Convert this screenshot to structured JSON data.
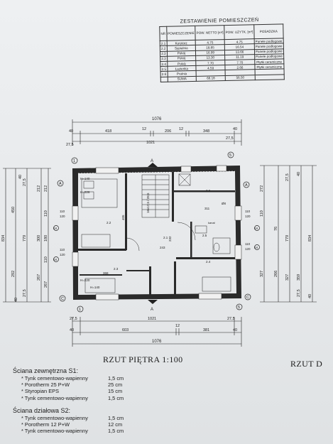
{
  "table": {
    "title": "ZESTAWIENIE POMIESZCZEŃ",
    "headers": [
      "NR",
      "POMIESZCZENIE",
      "POW. NETTO [m²]",
      "POW. UŻYTK. [m²]",
      "POSADZKA"
    ],
    "rows": [
      [
        "2.1",
        "Korytarz",
        "4.75",
        "4.75",
        "Panele podłogowe"
      ],
      [
        "2.2",
        "Sypialnia",
        "18.85",
        "16.54",
        "Panele podłogowe"
      ],
      [
        "2.3",
        "Pokój",
        "16.99",
        "13.66",
        "Panele podłogowe"
      ],
      [
        "2.3",
        "Pokój",
        "13.30",
        "11.19",
        "Panele podłogowe"
      ],
      [
        "2.4",
        "Pokój",
        "7.70",
        "7.70",
        "Płytki ceramiczne"
      ],
      [
        "2.5",
        "Łazienka",
        "4.59",
        "2.66",
        "Płytki ceramiczne"
      ],
      [
        "2.6",
        "Pralnia",
        "",
        "",
        ""
      ]
    ],
    "sum_label": "SUMA",
    "sum_netto": "66.18",
    "sum_uzytk": "56.50"
  },
  "plan": {
    "dims": {
      "overall": "1076",
      "seg418": "418",
      "seg12a": "12",
      "seg206": "206",
      "seg12b": "12",
      "seg348": "348",
      "side40": "40",
      "side275": "27,5",
      "d1021": "1021",
      "b603": "603",
      "b381": "381",
      "b12": "12",
      "l834": "834",
      "l450": "450",
      "l779": "779",
      "l212": "212",
      "l292": "292",
      "l300": "300",
      "l267": "267",
      "l110": "110",
      "l180": "180",
      "r272": "272",
      "r110": "110",
      "r327": "327",
      "r779": "779",
      "r266": "266",
      "r359": "359",
      "r76": "76",
      "r834": "834",
      "w110": "110",
      "w120": "120",
      "i368": "368",
      "i243": "243",
      "i311": "311",
      "i232": "232",
      "i405": "405"
    },
    "axes": [
      "1",
      "5",
      "A",
      "C",
      "04"
    ],
    "section_mark": "A",
    "labels": {
      "h140": "H=140",
      "h226": "H=226",
      "h220": "H=220",
      "r22": "2.2",
      "r23": "2.3",
      "r21": "2.1",
      "r24": "2.4",
      "r25": "2.5",
      "r26": "2.6",
      "stairs": "16x17,5 / 28,5",
      "d8": "Ø8",
      "kanal": "kanał"
    }
  },
  "caption": "RZUT PIĘTRA    1:100",
  "caption2": "RZUT D",
  "s1": {
    "title": "Ściana zewnętrzna S1:",
    "layers": [
      [
        "* Tynk cementowo-wapienny",
        "1,5 cm"
      ],
      [
        "* Porotherm 25 P+W",
        "25 cm"
      ],
      [
        "* Styropian EPS",
        "15 cm"
      ],
      [
        "* Tynk cementowo-wapienny",
        "1,5 cm"
      ]
    ]
  },
  "s2": {
    "title": "Ściana działowa S2:",
    "layers": [
      [
        "* Tynk cementowo-wapienny",
        "1,5 cm"
      ],
      [
        "* Porotherm 12 P+W",
        "12 cm"
      ],
      [
        "* Tynk cementowo-wapienny",
        "1,5 cm"
      ]
    ]
  }
}
